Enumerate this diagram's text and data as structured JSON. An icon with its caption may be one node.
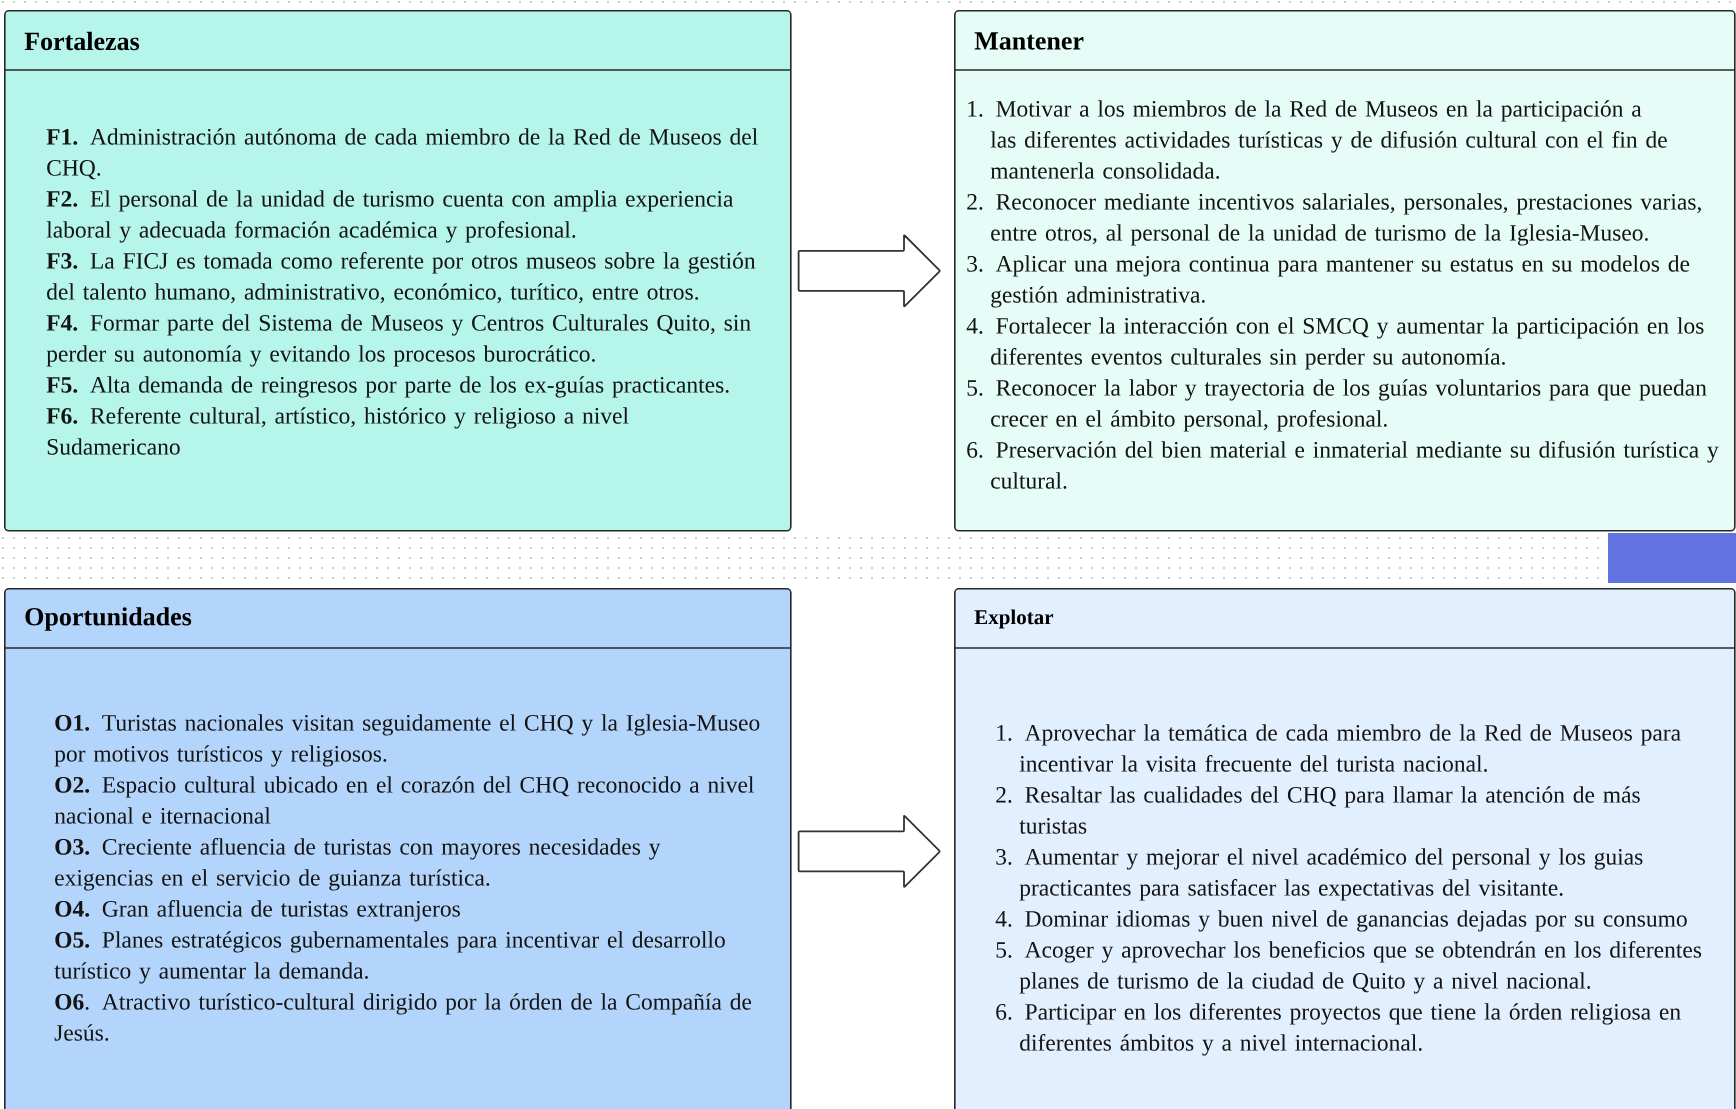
{
  "diagram": {
    "nodes": [
      {
        "text": [
          "Fortalezas",
          "**F1.** Administración autónoma de cada miembro de la Red de Museos del CHQ.",
          "**F2.** El personal de la unidad de turismo cuenta con amplia experiencia laboral y adecuada formación académica y profesional.",
          "**F3.** La FICJ es tomada como referente por otros museos sobre la gestión del talento humano, administrativo, económico, turítico, entre otros.",
          "**F4.** Formar parte del Sistema de Museos y Centros Culturales Quito, sin perder su autonomía y evitando los procesos burocrático.",
          "**F5.** Alta demanda de reingresos por parte de los ex-guías practicantes.",
          "**F6.** Referente cultural, artístico, histórico y religioso a nivel Sudamericano"
        ]
      },
      {
        "text": [
          "Mantener",
          "1. Motivar a los miembros de la Red de Museos en la participación a las diferentes actividades turísticas y de difusión cultural con el fin de mantenerla consolidada.",
          "2. Reconocer mediante incentivos salariales, personales, prestaciones varias, entre otros, al personal de la unidad de turismo de la Iglesia-Museo.",
          "3. Aplicar una mejora continua para mantener su estatus en su modelos de gestión administrativa.",
          "4. Fortalecer la interacción con el SMCQ y aumentar la participación en los diferentes eventos culturales sin perder su autonomía.",
          "5. Reconocer la labor y trayectoria de los guías voluntarios para que puedan crecer en el ámbito personal, profesional.",
          "6. Preservación del bien material e inmaterial mediante su difusión turística y cultural."
        ]
      },
      {
        "text": [
          "Oportunidades",
          "**O1.** Turistas nacionales visitan seguidamente el CHQ y la Iglesia-Museo por motivos turísticos y religiosos.",
          "**O2.** Espacio cultural ubicado en el corazón del CHQ reconocido a nivel nacional e iternacional",
          "**O3.** Creciente afluencia de turistas con mayores necesidades y exigencias en el servicio de guianza turística.",
          "**O4.** Gran afluencia de turistas extranjeros",
          "**O5.** Planes estratégicos gubernamentales para incentivar el desarrollo turístico y aumentar la demanda.",
          "**O6**. Atractivo turístico-cultural dirigido por la órden de la Compañía de Jesús."
        ]
      },
      {
        "text": [
          "Explotar",
          "1. Aprovechar la temática de cada miembro de la Red de Museos para incentivar la visita frecuente del turista nacional.",
          "2. Resaltar las cualidades del CHQ para llamar la atención de más turistas",
          "3. Aumentar y mejorar el nivel académico del personal y los guias practicantes para satisfacer las expectativas del visitante.",
          "4. Dominar idiomas y buen nivel de ganancias dejadas por su consumo",
          "5. Acoger y aprovechar los beneficios que se obtendrán en los diferentes planes de turismo de la ciudad de Quito y a nivel nacional.",
          "6. Participar en los diferentes proyectos que tiene la órden religiosa en diferentes ámbitos y a nivel internacional."
        ]
      }
    ],
    "edges": [
      {
        "from": 0,
        "to": 1,
        "arrow": "to"
      },
      {
        "from": 2,
        "to": 3,
        "arrow": "to"
      }
    ]
  }
}
